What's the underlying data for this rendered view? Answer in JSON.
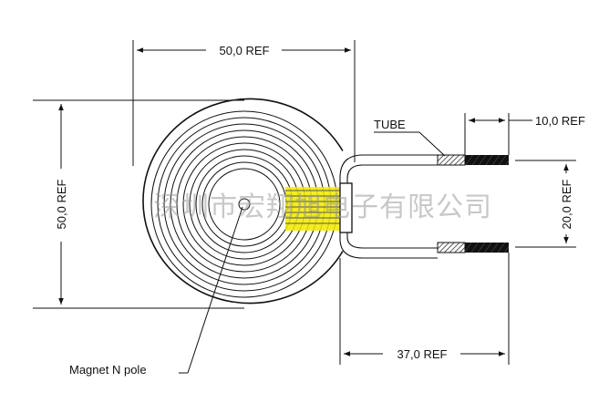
{
  "dimensions": {
    "top_width": "50,0 REF",
    "left_height": "50,0 REF",
    "lead_spacing": "20,0 REF",
    "tip_length": "10,0 REF",
    "bottom_length": "37,0 REF"
  },
  "labels": {
    "tube": "TUBE",
    "magnet": "Magnet  N pole"
  },
  "watermark": "深圳市宏翔旭电子有限公司",
  "colors": {
    "line": "#111111",
    "highlight": "#f2ea00",
    "watermark": "#9a9a9a"
  }
}
